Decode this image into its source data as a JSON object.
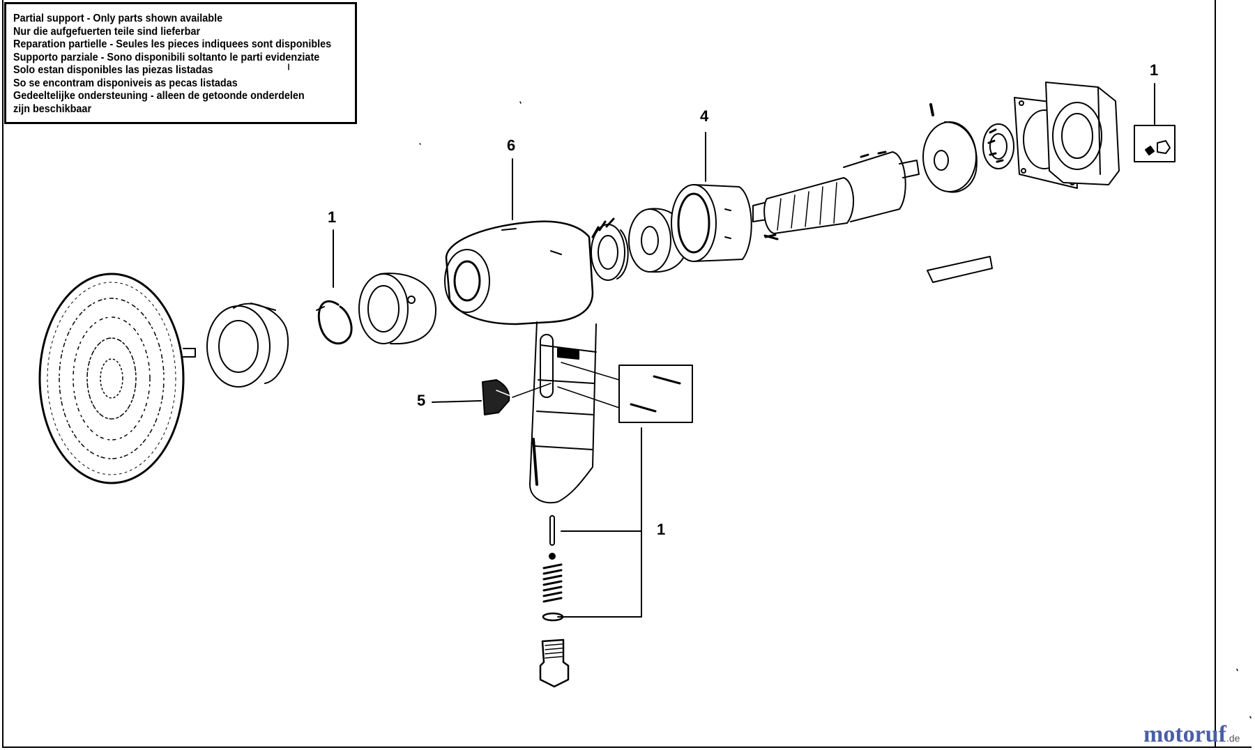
{
  "notice": {
    "lines": [
      "Partial support - Only parts shown available",
      "Nur die aufgefuerten teile sind lieferbar",
      "Reparation partielle - Seules les pieces indiquees sont disponibles",
      "Supporto parziale - Sono disponibili soltanto le parti evidenziate",
      "Solo estan disponibles las piezas listadas",
      "So se encontram disponiveis as pecas listadas",
      "Gedeeltelijke ondersteuning - alleen de getoonde onderdelen",
      "zijn beschikbaar"
    ]
  },
  "callouts": {
    "top_right_kit": "1",
    "motor_assembly": "4",
    "housing": "6",
    "circlip": "1",
    "trigger": "5",
    "valve_kit": "1"
  },
  "watermark": {
    "brand": "motoruf",
    "tld": ".de"
  },
  "colors": {
    "ink": "#000000",
    "paper": "#ffffff",
    "watermark": "#4a5fa8"
  }
}
